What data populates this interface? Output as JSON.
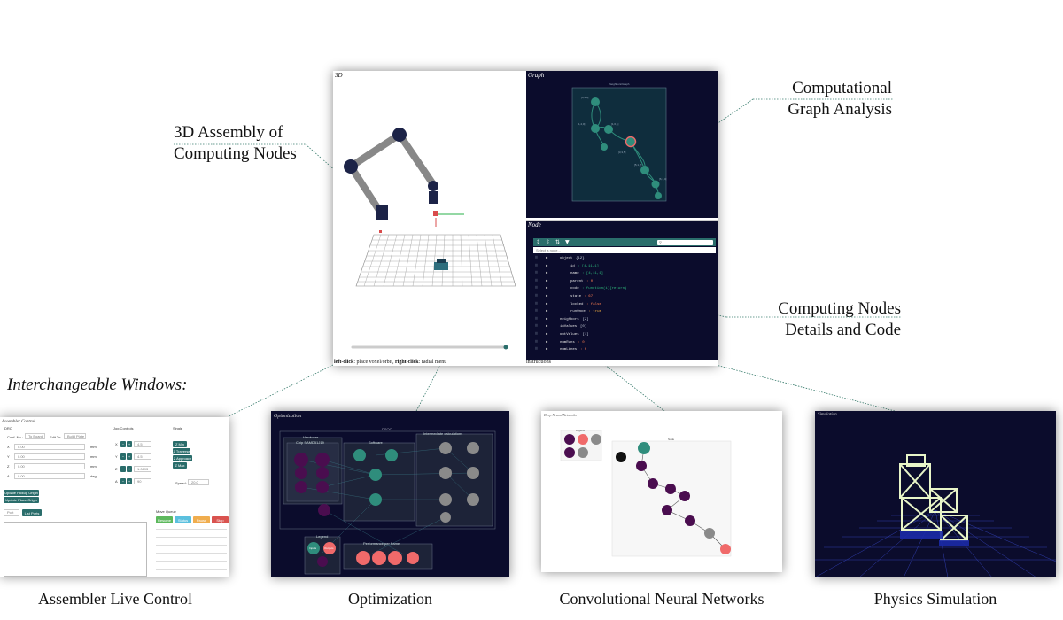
{
  "annotations": {
    "assembly": [
      "3D Assembly  of",
      "Computing Nodes"
    ],
    "graph_analysis": [
      "Computational",
      "Graph Analysis"
    ],
    "node_details": [
      "Computing Nodes",
      "Details and Code"
    ],
    "interchangeable": "Interchangeable Windows:"
  },
  "main": {
    "panel_3d_label": "3D",
    "panel_graph_label": "Graph",
    "panel_node_label": "Node",
    "bottom_help": {
      "left_click": "left-click",
      "left_text": ": place voxel/orbit, ",
      "right_click": "right-click",
      "right_text": ": radial menu"
    },
    "instructions_label": "instructions",
    "graph_title": "Neighbors/Graph",
    "graph_nodes": [
      "[1,4,0]",
      "[1,6,1]",
      "[3,3,5]",
      "[5,1,2]",
      "[6,1,4]",
      "[4,9,6]"
    ],
    "node_search_placeholder": "Select a node...",
    "code_lines": [
      {
        "k": "object",
        "v": "{12}"
      },
      {
        "k": "id",
        "v": ": [4,11,1]"
      },
      {
        "k": "name",
        "v": ": [4,11,1]"
      },
      {
        "k": "parent",
        "v": ": 0"
      },
      {
        "k": "code",
        "v": ": function(i){return}"
      },
      {
        "k": "state",
        "v": ": 67"
      },
      {
        "k": "locked",
        "v": ": false"
      },
      {
        "k": "runOnce",
        "v": ": true"
      },
      {
        "k": "neighbors",
        "v": "[2]"
      },
      {
        "k": "inValues",
        "v": "[0]"
      },
      {
        "k": "outValues",
        "v": "[1]"
      },
      {
        "k": "numRuns",
        "v": ": 0"
      },
      {
        "k": "numLines",
        "v": ": 0"
      }
    ]
  },
  "windows": {
    "assembler": {
      "caption": "Assembler Live Control",
      "title": "Assembler Control",
      "dro_label": "DRO",
      "jog_label": "Jog Controls",
      "single_label": "Single",
      "selects": [
        "To Board",
        "Build Plate"
      ],
      "select_labels": [
        "Conf. No.:",
        "Edit To:"
      ],
      "axes": [
        "X",
        "Y",
        "Z",
        "A"
      ],
      "axis_values": [
        "0.00",
        "0.00",
        "0.00",
        "0.00"
      ],
      "axis_units": [
        "mm",
        "mm",
        "mm",
        "deg"
      ],
      "jog_values": [
        "4.5",
        "4.5",
        "1.0693",
        "90"
      ],
      "jog_axes": [
        "X",
        "Y",
        "Z",
        "A"
      ],
      "single_buttons": [
        "Z Min",
        "Z Traverse",
        "Z Approach",
        "Z Max"
      ],
      "speed_label": "Speed:",
      "speed_value": "20.0",
      "origin_buttons": [
        "Update Pickup Origin",
        "Update Place Origin"
      ],
      "port_label": "Port",
      "list_ports": "List Ports",
      "move_queue_label": "Move Queue",
      "queue_buttons": [
        "Resume",
        "Status",
        "Pause",
        "Stop"
      ],
      "queue_colors": [
        "#5cb85c",
        "#5bc0de",
        "#f0ad4e",
        "#d9534f"
      ]
    },
    "optimization": {
      "caption": "Optimization",
      "title": "Optimization",
      "dsoc": "DSOC",
      "hardware": "Hardware",
      "chip": "Chip SAMD51J19",
      "software": "Software",
      "intermediate": "Intermediate calculations",
      "legend": "Legend",
      "legend_items": [
        "Inputs",
        "Outputs"
      ],
      "performance": "Performance per frame"
    },
    "cnn": {
      "caption": "Convolutional Neural Networks",
      "title": "Deep Neural Networks",
      "legend": "Legend",
      "graph_title": "Node"
    },
    "physics": {
      "caption": "Physics Simulation",
      "title": "Simulation"
    }
  },
  "colors": {
    "dark_bg": "#0b0c2c",
    "teal": "#2a6d6b",
    "node_teal": "#2f8d7c",
    "purple": "#4a0d4f",
    "coral": "#f06a6a",
    "gray": "#8a8a8a",
    "lattice": "#e8f5c8"
  }
}
